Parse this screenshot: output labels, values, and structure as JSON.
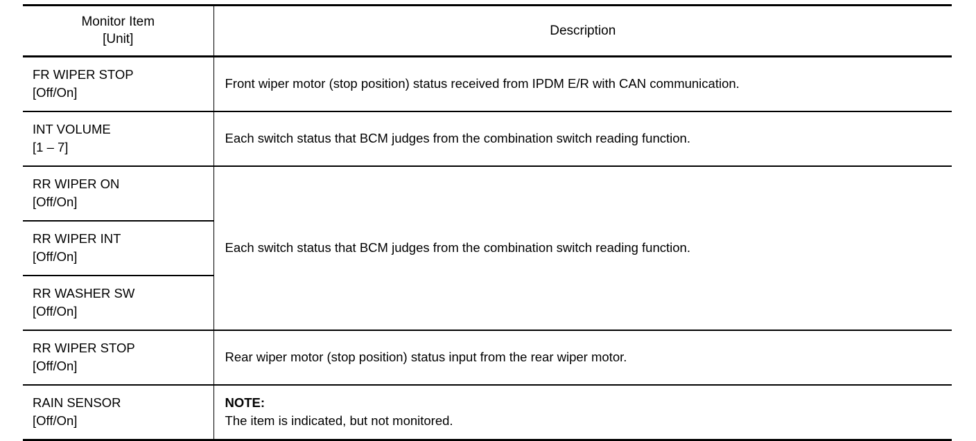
{
  "table": {
    "headers": {
      "item": {
        "line1": "Monitor Item",
        "line2": "[Unit]"
      },
      "description": "Description"
    },
    "rows": [
      {
        "item": "FR WIPER STOP",
        "unit": "[Off/On]",
        "description": "Front wiper motor (stop position) status received from IPDM E/R with CAN communication.",
        "rule": "full",
        "desc_rowspan": 1
      },
      {
        "item": "INT VOLUME",
        "unit": "[1 – 7]",
        "description": "Each switch status that BCM judges from the combination switch reading function.",
        "rule": "full",
        "desc_rowspan": 1
      },
      {
        "item": "RR WIPER ON",
        "unit": "[Off/On]",
        "description": "Each switch status that BCM judges from the combination switch reading function.",
        "rule": "full",
        "desc_rowspan": 3
      },
      {
        "item": "RR WIPER INT",
        "unit": "[Off/On]",
        "description": "",
        "rule": "item",
        "desc_rowspan": 0
      },
      {
        "item": "RR WASHER SW",
        "unit": "[Off/On]",
        "description": "",
        "rule": "item",
        "desc_rowspan": 0
      },
      {
        "item": "RR WIPER STOP",
        "unit": "[Off/On]",
        "description": "Rear wiper motor (stop position) status input from the rear wiper motor.",
        "rule": "full",
        "desc_rowspan": 1
      },
      {
        "item": "RAIN SENSOR",
        "unit": "[Off/On]",
        "description": "",
        "note_label": "NOTE:",
        "note_body": "The item is indicated, but not monitored.",
        "rule": "full",
        "desc_rowspan": 1
      }
    ]
  }
}
